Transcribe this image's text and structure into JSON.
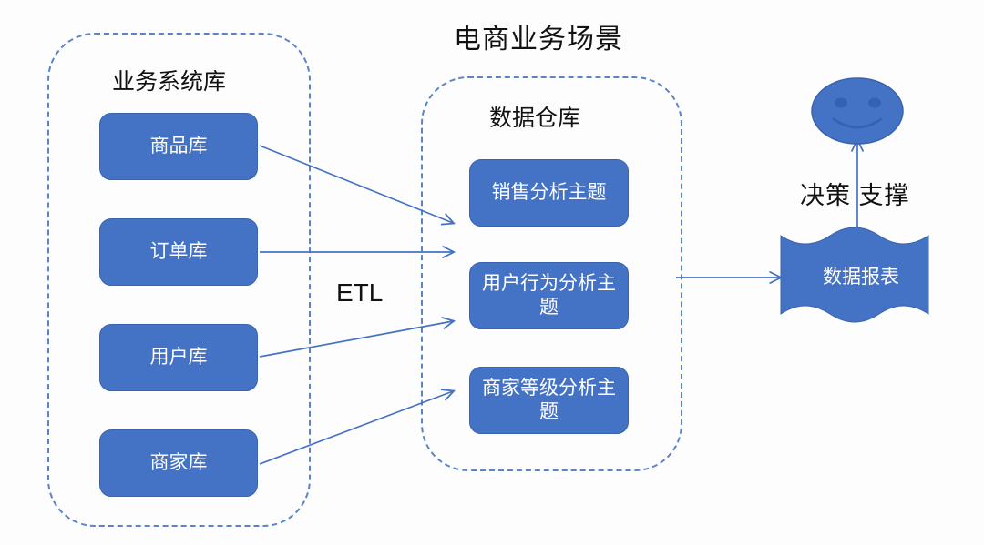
{
  "scene": {
    "title": "电商业务场景",
    "background_color": "#fdfdfd",
    "box_fill_color": "#4472c4",
    "box_border_color": "#3a63ad",
    "dashed_border_color": "#5b84c8",
    "arrow_color": "#4472c4",
    "title_text_color": "#111111",
    "box_text_color": "#ffffff"
  },
  "business_group": {
    "title": "业务系统库",
    "databases": [
      {
        "label": "商品库"
      },
      {
        "label": "订单库"
      },
      {
        "label": "用户库"
      },
      {
        "label": "商家库"
      }
    ]
  },
  "etl": {
    "label": "ETL"
  },
  "warehouse_group": {
    "title": "数据仓库",
    "topics": [
      {
        "label": "销售分析主题"
      },
      {
        "label": "用户行为分析主题"
      },
      {
        "label": "商家等级分析主题"
      }
    ]
  },
  "output": {
    "report_label": "数据报表",
    "decision_label": "决策 支撑",
    "face_icon": "smiley-face-icon"
  }
}
